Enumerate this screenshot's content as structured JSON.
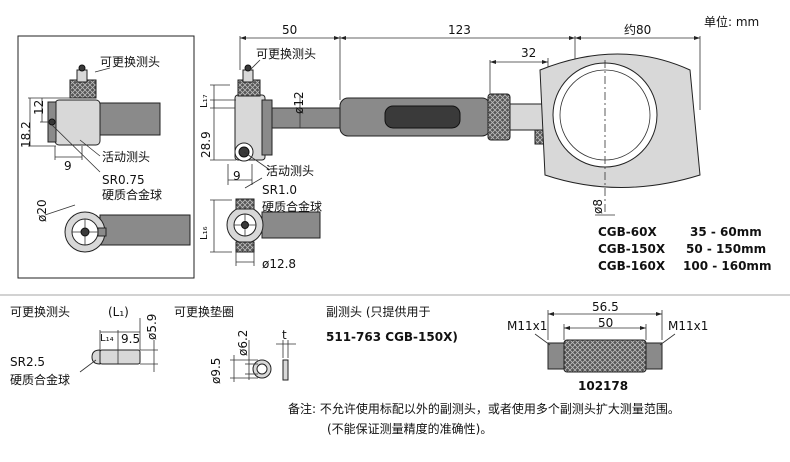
{
  "unit_label": "单位: mm",
  "detail_panel": {
    "probe_label": "可更换测头",
    "dim_12": "12",
    "dim_18_2": "18.2",
    "dim_9": "9",
    "active_probe_label": "活动测头",
    "sr075": "SR0.75",
    "carbide_ball": "硬质合金球",
    "phi20": "ø20"
  },
  "main_view": {
    "dim_50": "50",
    "dim_123": "123",
    "dim_about80": "约80",
    "dim_32": "32",
    "probe_label": "可更换测头",
    "l17": "L₁₇",
    "phi12": "ø12",
    "dim_28_9": "28.9",
    "dim_9": "9",
    "active_probe_label": "活动测头",
    "sr10": "SR1.0",
    "carbide_ball": "硬质合金球",
    "l16": "L₁₆",
    "phi12_8": "ø12.8",
    "phi8": "ø8"
  },
  "models": [
    {
      "model": "CGB-60X",
      "range": "35 - 60mm"
    },
    {
      "model": "CGB-150X",
      "range": "50 - 150mm"
    },
    {
      "model": "CGB-160X",
      "range": "100 - 160mm"
    }
  ],
  "bottom": {
    "probe_title": "可更换测头",
    "l1": "(L₁)",
    "l14": "L₁₄",
    "dim_9_5": "9.5",
    "phi5_9": "ø5.9",
    "sr25": "SR2.5",
    "carbide_ball": "硬质合金球",
    "washer_title": "可更换垫圈",
    "phi6_2": "ø6.2",
    "phi9_5": "ø9.5",
    "t": "t",
    "aux_title": "副测头 (只提供用于",
    "aux_model": "511-763  CGB-150X)",
    "m11_left": "M11x1",
    "m11_right": "M11x1",
    "dim_56_5": "56.5",
    "dim_50": "50",
    "part_no": "102178"
  },
  "note": {
    "line1": "备注: 不允许使用标配以外的副测头，或者使用多个副测头扩大测量范围。",
    "line2": "(不能保证测量精度的准确性)。"
  }
}
